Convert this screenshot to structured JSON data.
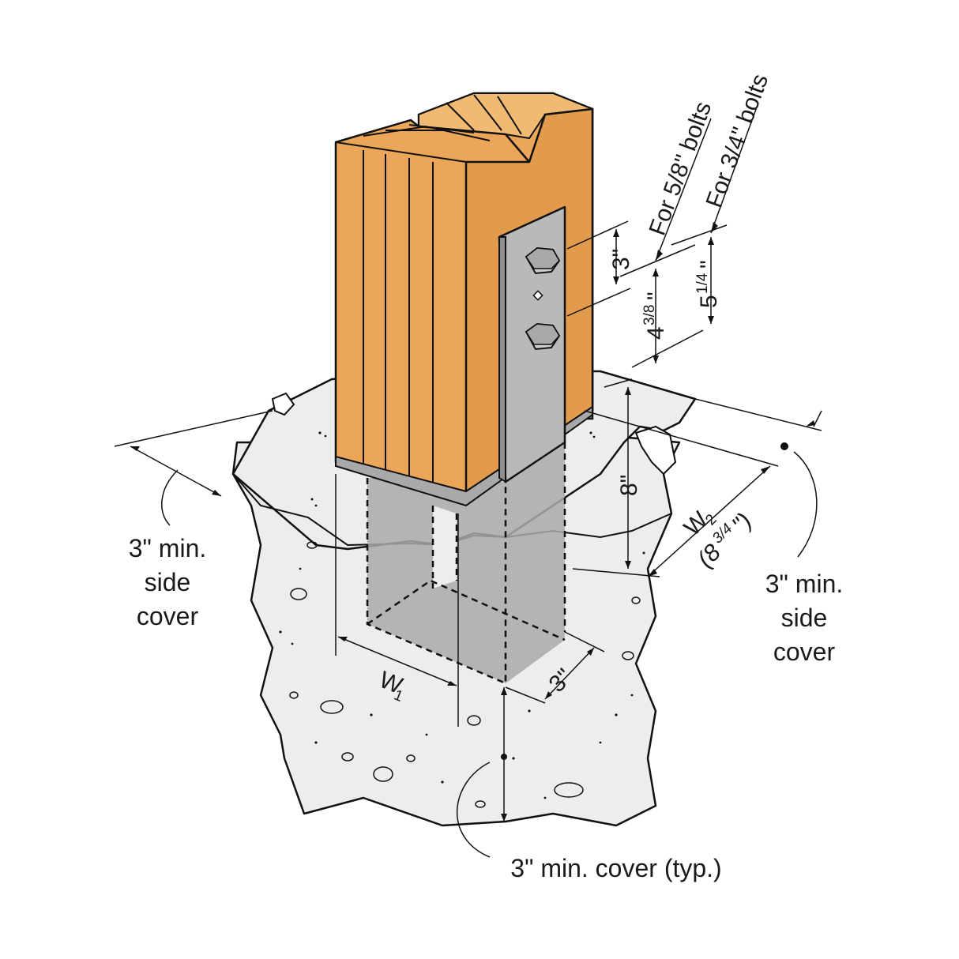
{
  "labels": {
    "side_cover_left": [
      "3\" min.",
      "side",
      "cover"
    ],
    "side_cover_right": [
      "3\" min.",
      "side",
      "cover"
    ],
    "bottom_cover": "3\" min. cover (typ.)",
    "w1": "W",
    "w1_sub": "1",
    "w2": "W",
    "w2_sub": "2",
    "w2_value": "(8",
    "w2_value_frac": "3/4",
    "w2_value_end": "\")",
    "bolts_small": "For 5/8\" bolts",
    "bolts_large": "For 3/4\" bolts",
    "dim_top": "3\"",
    "dim_small_whole": "4",
    "dim_small_frac": "3/8",
    "dim_small_unit": "\"",
    "dim_large_whole": "5",
    "dim_large_frac": "1/4",
    "dim_large_unit": "\"",
    "dim_embed": "8\"",
    "dim_bottom": "3\""
  },
  "colors": {
    "wood": "#EBA65A",
    "wood_line": "#2a1a0a",
    "steel": "#A9A9AB",
    "steel_light": "#C4C4C6",
    "concrete": "#EDEDED",
    "outline": "#111111"
  },
  "icons": [
    "hex-bolt-icon",
    "hex-bolt-icon"
  ]
}
